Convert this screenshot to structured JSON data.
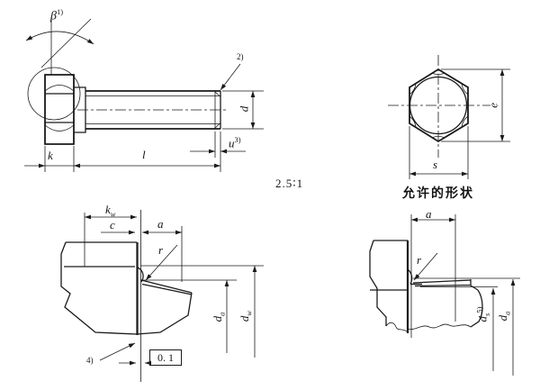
{
  "colors": {
    "ink": "#1a1a1a",
    "paper": "#ffffff"
  },
  "drawing": {
    "scale_label": "2.5∶1",
    "permitted_shape_title": "允许的形状",
    "side_view": {
      "beta": "β",
      "beta_note": "1)",
      "thread_note": "2)",
      "d": "d",
      "u": "u",
      "u_note": "3)",
      "k": "k",
      "l": "l"
    },
    "end_view": {
      "e": "e",
      "s": "s"
    },
    "detail_left": {
      "kw_base": "k",
      "kw_sub": "w",
      "c": "c",
      "a": "a",
      "r": "r",
      "da_base": "d",
      "da_sub": "a",
      "dw_base": "d",
      "dw_sub": "w",
      "note4": "4)",
      "tolerance": "0. 1"
    },
    "detail_right": {
      "a": "a",
      "r": "r",
      "ds_base": "d",
      "ds_sub": "s",
      "ds_note": "5)",
      "da_base": "d",
      "da_sub": "a"
    }
  }
}
